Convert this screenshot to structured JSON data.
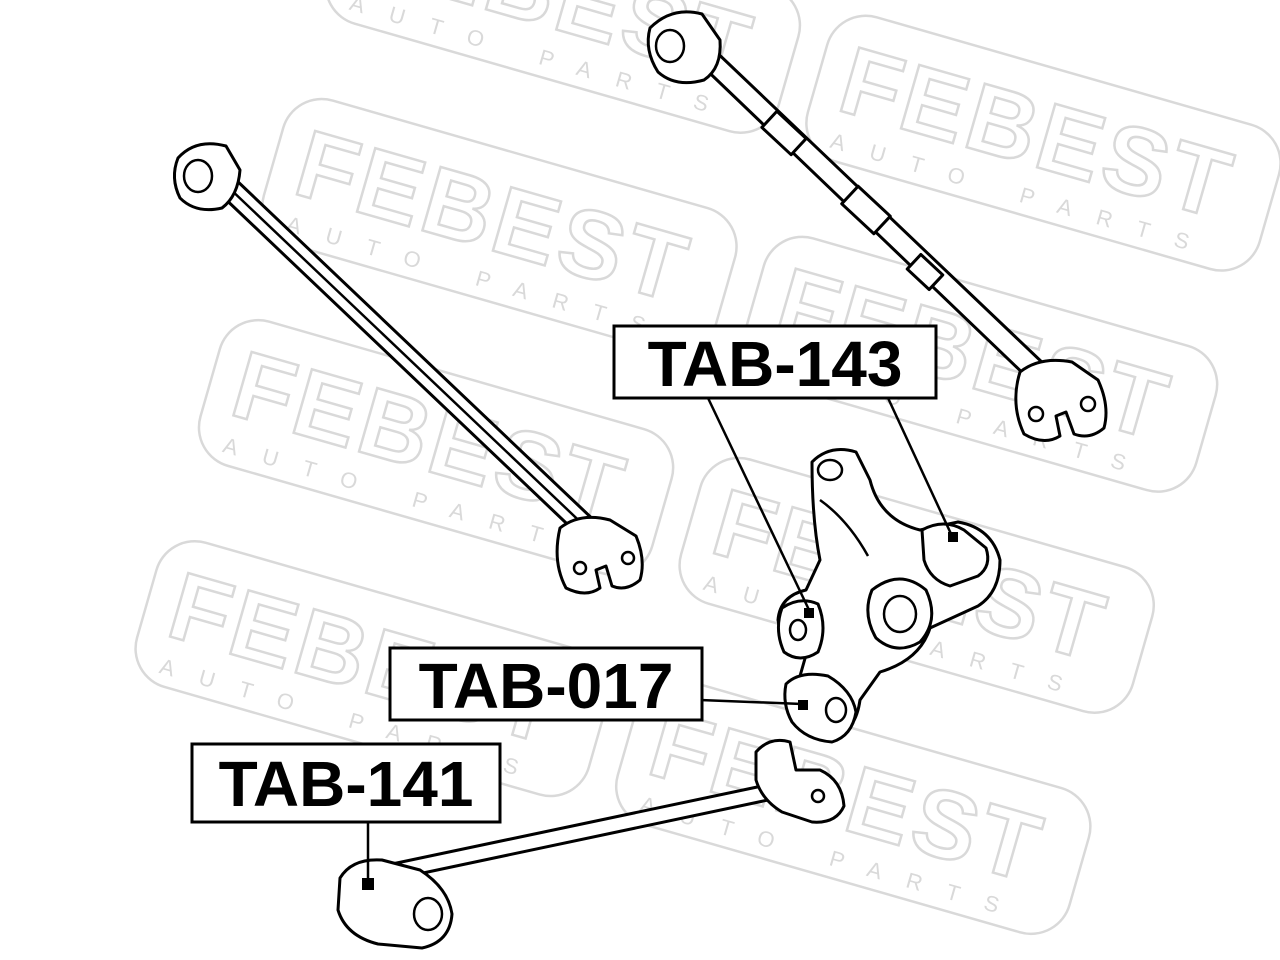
{
  "watermark": {
    "brand": "FEBEST",
    "tagline": "AUTO PARTS"
  },
  "callouts": [
    {
      "id": "tab-143",
      "text": "TAB-143"
    },
    {
      "id": "tab-017",
      "text": "TAB-017"
    },
    {
      "id": "tab-141",
      "text": "TAB-141"
    }
  ],
  "colors": {
    "line": "#000000",
    "watermark": "#d9d9d9",
    "background": "#ffffff"
  }
}
